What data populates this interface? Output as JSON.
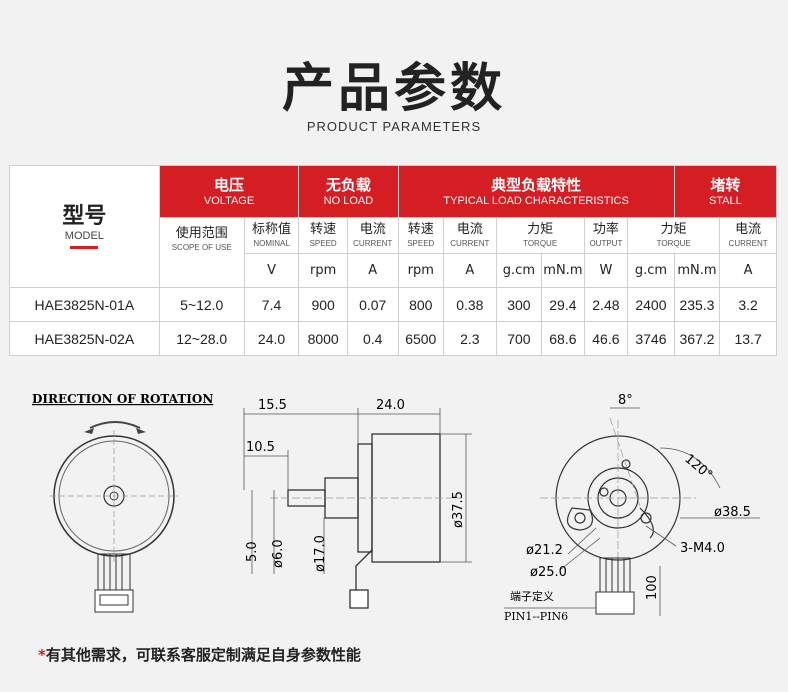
{
  "header": {
    "title": "产品参数",
    "subtitle": "PRODUCT PARAMETERS"
  },
  "table": {
    "model": {
      "cn": "型号",
      "en": "MODEL"
    },
    "groups": [
      {
        "cn": "电压",
        "en": "VOLTAGE"
      },
      {
        "cn": "无负载",
        "en": "NO LOAD"
      },
      {
        "cn": "典型负载特性",
        "en": "TYPICAL LOAD CHARACTERISTICS"
      },
      {
        "cn": "堵转",
        "en": "STALL"
      }
    ],
    "subheaders": [
      {
        "cn": "使用范围",
        "en": "SCOPE OF USE"
      },
      {
        "cn": "标称值",
        "en": "NOMINAL"
      },
      {
        "cn": "转速",
        "en": "SPEED"
      },
      {
        "cn": "电流",
        "en": "CURRENT"
      },
      {
        "cn": "转速",
        "en": "SPEED"
      },
      {
        "cn": "电流",
        "en": "CURRENT"
      },
      {
        "cn": "力矩",
        "en": "TORQUE"
      },
      {
        "cn": "功率",
        "en": "OUTPUT"
      },
      {
        "cn": "力矩",
        "en": "TORQUE"
      },
      {
        "cn": "电流",
        "en": "CURRENT"
      }
    ],
    "units": [
      "V",
      "rpm",
      "A",
      "rpm",
      "A",
      "g.cm",
      "mN.m",
      "W",
      "g.cm",
      "mN.m",
      "A"
    ],
    "rows": [
      [
        "HAE3825N-01A",
        "5~12.0",
        "7.4",
        "900",
        "0.07",
        "800",
        "0.38",
        "300",
        "29.4",
        "2.48",
        "2400",
        "235.3",
        "3.2"
      ],
      [
        "HAE3825N-02A",
        "12~28.0",
        "24.0",
        "8000",
        "0.4",
        "6500",
        "2.3",
        "700",
        "68.6",
        "46.6",
        "3746",
        "367.2",
        "13.7"
      ]
    ]
  },
  "drawing": {
    "rotation_label": "DIRECTION OF ROTATION",
    "side_dims": [
      "15.5",
      "24.0",
      "10.5",
      "ø37.5",
      "5.0",
      "ø6.0",
      "ø17.0"
    ],
    "front_dims": [
      "8°",
      "120°",
      "ø38.5",
      "ø21.2",
      "3-M4.0",
      "ø25.0",
      "100"
    ],
    "pin_label": "端子定义",
    "pin_range": "PIN1--PIN6"
  },
  "footer": {
    "star": "*",
    "note": "有其他需求，可联系客服定制满足自身参数性能"
  }
}
